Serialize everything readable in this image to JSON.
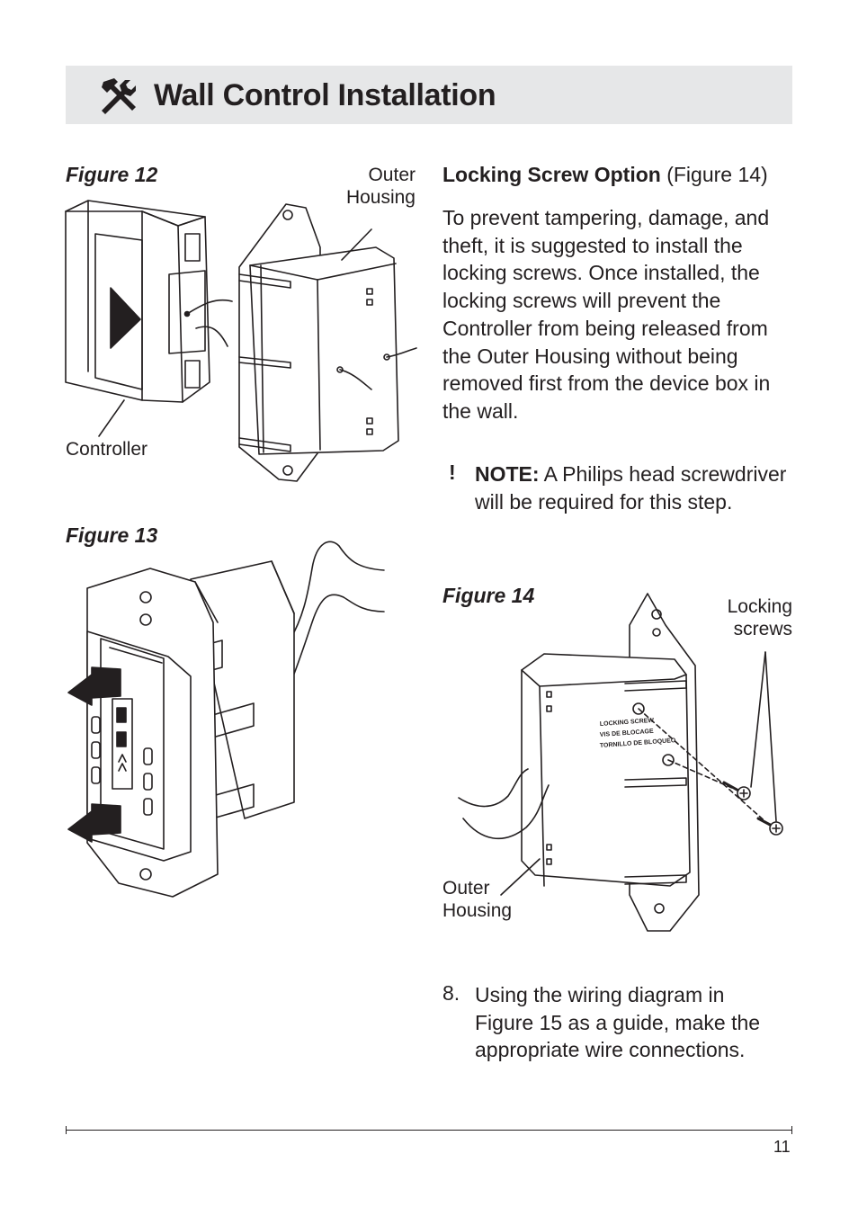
{
  "header": {
    "title": "Wall Control Installation",
    "icon": "tools-icon"
  },
  "figure12": {
    "label": "Figure 12",
    "callout_outer": [
      "Outer",
      "Housing"
    ],
    "callout_controller": "Controller"
  },
  "figure13": {
    "label": "Figure 13"
  },
  "figure14": {
    "label": "Figure 14",
    "callout_screws": [
      "Locking",
      "screws"
    ],
    "callout_outer": [
      "Outer",
      "Housing"
    ],
    "housing_text": [
      "LOCKING SCREW",
      "VIS DE BLOCAGE",
      "TORNILLO DE BLOQUEO"
    ]
  },
  "locking": {
    "title": "Locking Screw Option",
    "ref": " (Figure 14)",
    "paragraph": "To prevent tampering, damage, and theft, it is suggested to install the locking screws.  Once installed, the locking screws will prevent the Controller from being released from the Outer Housing without being removed first from the device box in the wall."
  },
  "note": {
    "mark": "!",
    "label": "NOTE:",
    "text": "  A Philips head screwdriver will be required for this step."
  },
  "step": {
    "number": "8.",
    "text": "Using the wiring diagram in Figure 15 as a guide, make the appropriate wire connections."
  },
  "footer": {
    "page_number": "11"
  },
  "colors": {
    "header_bg": "#e6e7e8",
    "text": "#231f20"
  }
}
